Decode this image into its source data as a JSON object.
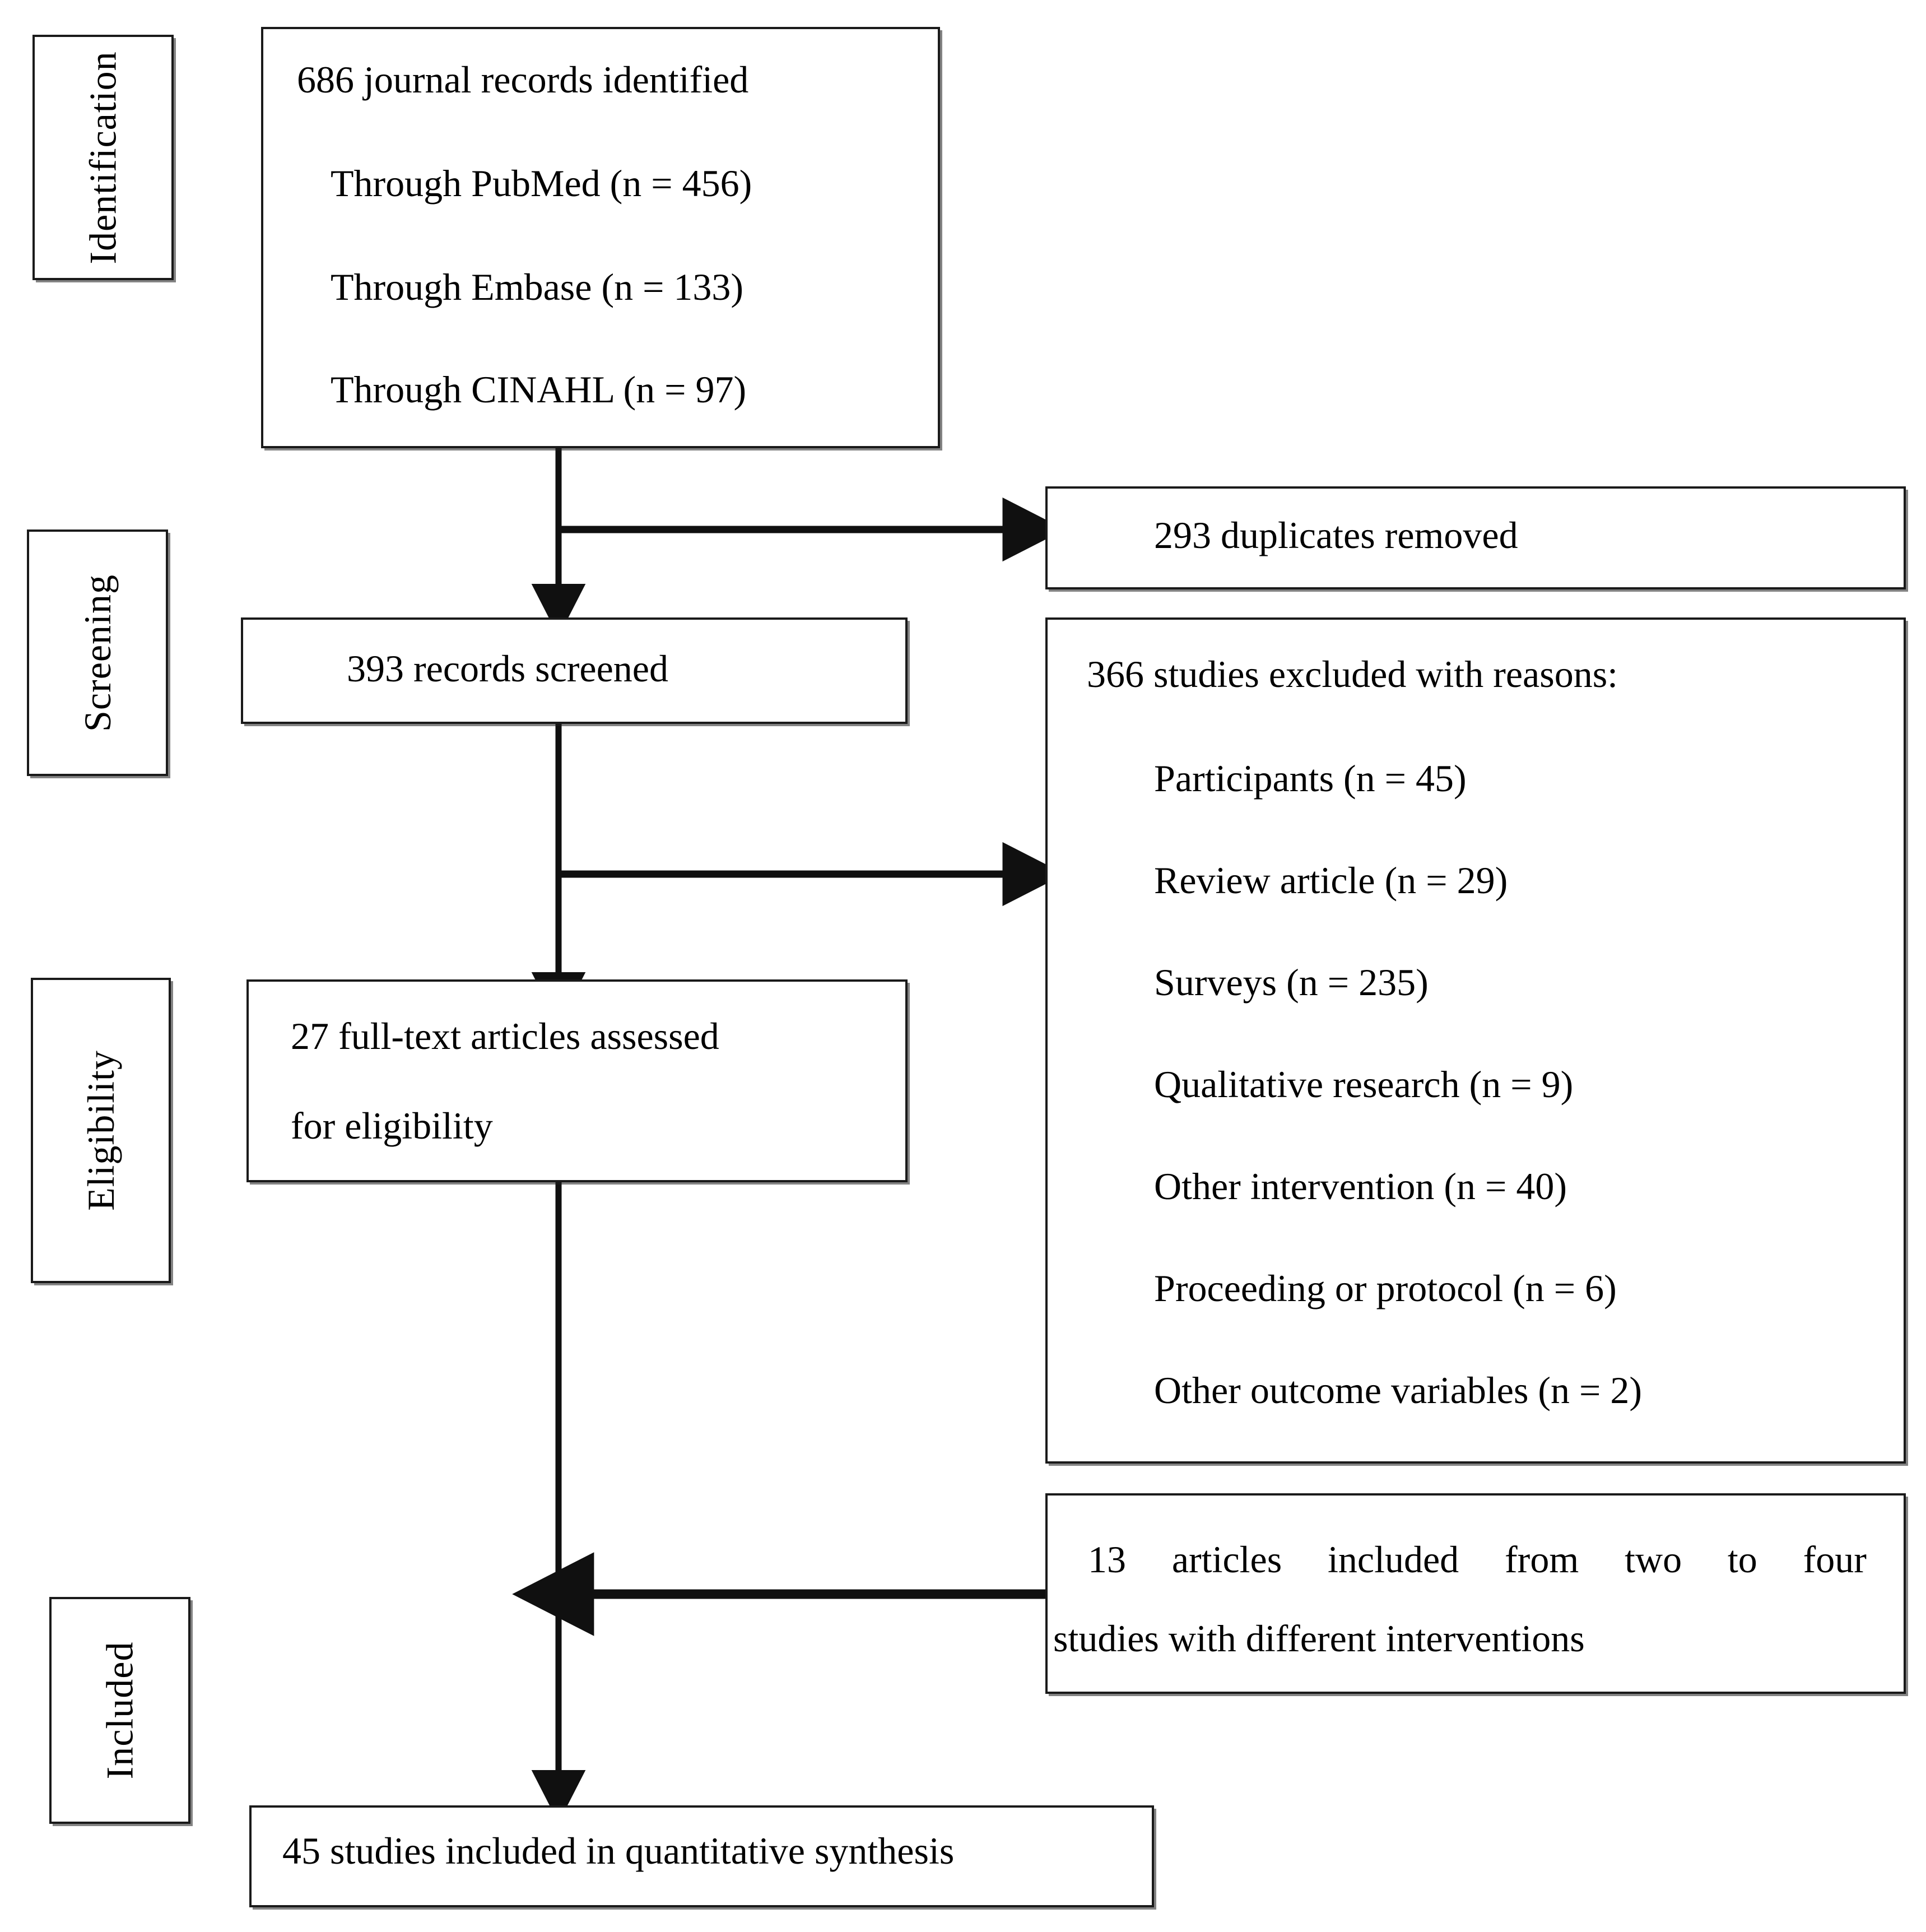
{
  "diagram": {
    "type": "prisma-flow-diagram",
    "stages": [
      {
        "key": "identification",
        "label": "Identification"
      },
      {
        "key": "screening",
        "label": "Screening"
      },
      {
        "key": "eligibility",
        "label": "Eligibility"
      },
      {
        "key": "included",
        "label": "Included"
      }
    ],
    "identification_box": {
      "line1": "686 journal records identified",
      "line2": "Through PubMed (n = 456)",
      "line3": "Through Embase (n = 133)",
      "line4": "Through CINAHL (n = 97)",
      "total": 686,
      "sources": [
        {
          "name": "PubMed",
          "n": 456
        },
        {
          "name": "Embase",
          "n": 133
        },
        {
          "name": "CINAHL",
          "n": 97
        }
      ]
    },
    "duplicates_box": {
      "text": "293 duplicates removed",
      "n": 293
    },
    "screened_box": {
      "text": "393 records screened",
      "n": 393
    },
    "excluded_box": {
      "heading": "366 studies excluded with reasons:",
      "n": 366,
      "reasons": [
        {
          "label": "Participants (n = 45)",
          "name": "Participants",
          "n": 45
        },
        {
          "label": "Review article (n = 29)",
          "name": "Review article",
          "n": 29
        },
        {
          "label": "Surveys (n = 235)",
          "name": "Surveys",
          "n": 235
        },
        {
          "label": "Qualitative research (n = 9)",
          "name": "Qualitative research",
          "n": 9
        },
        {
          "label": "Other intervention (n = 40)",
          "name": "Other intervention",
          "n": 40
        },
        {
          "label": "Proceeding or protocol (n = 6)",
          "name": "Proceeding or protocol",
          "n": 6
        },
        {
          "label": "Other outcome variables (n = 2)",
          "name": "Other outcome variables",
          "n": 2
        }
      ]
    },
    "fulltext_box": {
      "line1": "27 full-text articles assessed",
      "line2": "for eligibility",
      "n": 27
    },
    "added_box": {
      "line1_w1": "13",
      "line1_w2": "articles",
      "line1_w3": "included",
      "line1_w4": "from",
      "line1_w5": "two",
      "line1_w6": "to",
      "line1_w7": "four",
      "line2": "studies with different interventions",
      "n": 13
    },
    "final_box": {
      "text": "45 studies included in quantitative synthesis",
      "n": 45
    },
    "colors": {
      "stroke": "#1a1a1a",
      "background": "#ffffff",
      "text": "#000000"
    }
  }
}
